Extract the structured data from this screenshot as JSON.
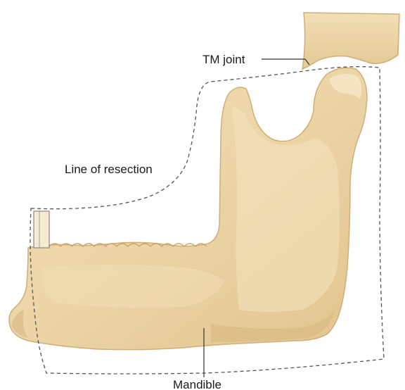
{
  "labels": {
    "tm_joint": "TM joint",
    "line_of_resection": "Line of resection",
    "mandible": "Mandible"
  },
  "colors": {
    "bone_fill": "#ecd4a6",
    "bone_edge": "#cfae77",
    "bone_highlight": "#f6e7c6",
    "bone_shadow": "#d9ba83",
    "resection_line": "#555555",
    "leader_line": "#333333"
  }
}
